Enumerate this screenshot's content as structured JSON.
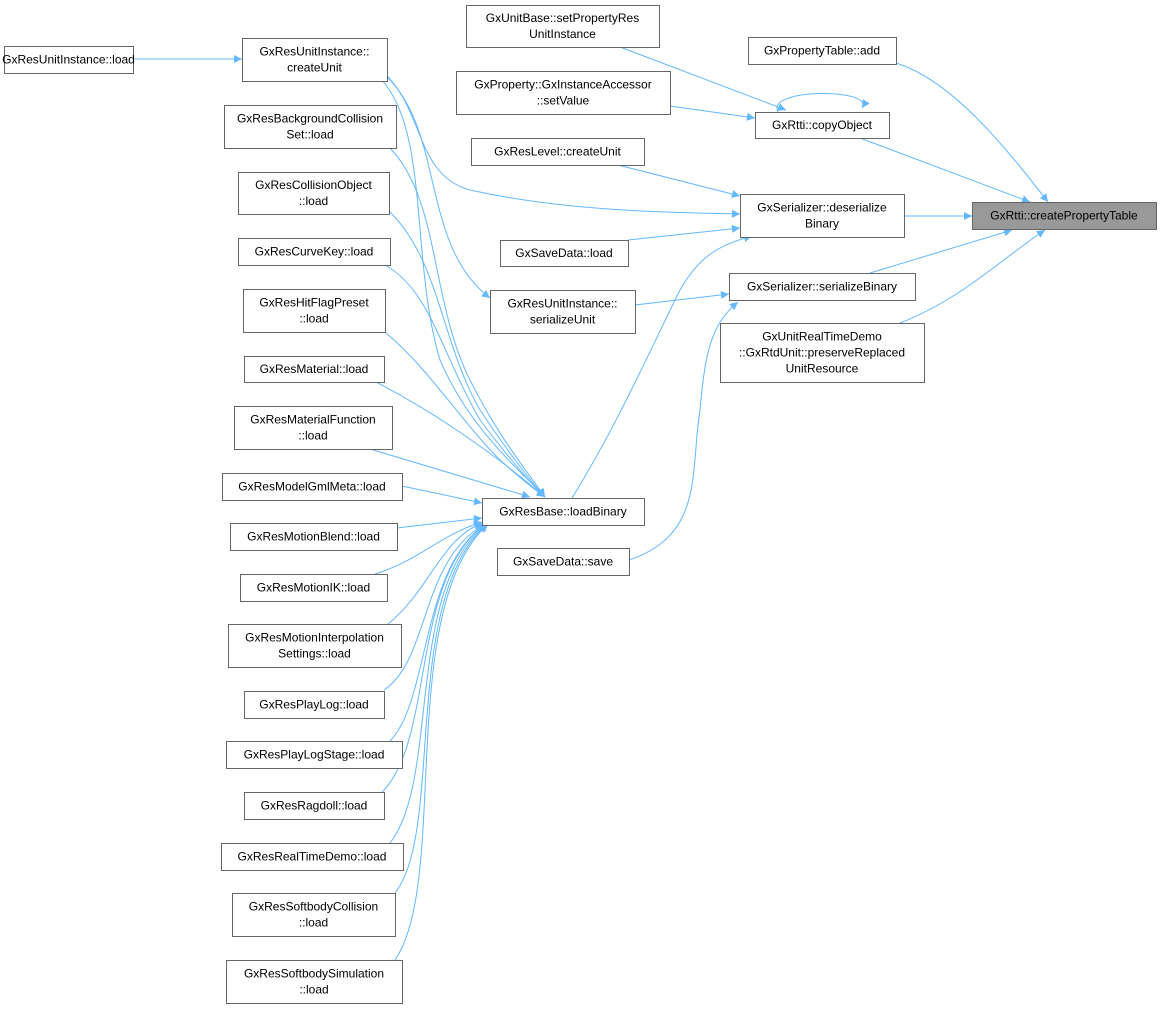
{
  "graph": {
    "type": "caller-graph",
    "colors": {
      "edge": "#63b8ff",
      "main_fill": "#999999",
      "node_border": "#666666"
    },
    "nodes": [
      {
        "id": "main",
        "lines": [
          "GxRtti::createPropertyTable"
        ]
      },
      {
        "id": "ptadd",
        "lines": [
          "GxPropertyTable::add"
        ]
      },
      {
        "id": "copy",
        "lines": [
          "GxRtti::copyObject"
        ]
      },
      {
        "id": "deser",
        "lines": [
          "GxSerializer::deserialize",
          "Binary"
        ]
      },
      {
        "id": "ser",
        "lines": [
          "GxSerializer::serializeBinary"
        ]
      },
      {
        "id": "preserve",
        "lines": [
          "GxUnitRealTimeDemo",
          "::GxRtdUnit::preserveReplaced",
          "UnitResource"
        ]
      },
      {
        "id": "setprop",
        "lines": [
          "GxUnitBase::setPropertyRes",
          "UnitInstance"
        ]
      },
      {
        "id": "setval",
        "lines": [
          "GxProperty::GxInstanceAccessor",
          "::setValue"
        ]
      },
      {
        "id": "lvl",
        "lines": [
          "GxResLevel::createUnit"
        ]
      },
      {
        "id": "sdload",
        "lines": [
          "GxSaveData::load"
        ]
      },
      {
        "id": "serunit",
        "lines": [
          "GxResUnitInstance::",
          "serializeUnit"
        ]
      },
      {
        "id": "loadbin",
        "lines": [
          "GxResBase::loadBinary"
        ]
      },
      {
        "id": "sdsave",
        "lines": [
          "GxSaveData::save"
        ]
      },
      {
        "id": "uiload",
        "lines": [
          "GxResUnitInstance::load"
        ]
      },
      {
        "id": "cunit",
        "lines": [
          "GxResUnitInstance::",
          "createUnit"
        ]
      },
      {
        "id": "bgcol",
        "lines": [
          "GxResBackgroundCollision",
          "Set::load"
        ]
      },
      {
        "id": "colobj",
        "lines": [
          "GxResCollisionObject",
          "::load"
        ]
      },
      {
        "id": "curve",
        "lines": [
          "GxResCurveKey::load"
        ]
      },
      {
        "id": "hitflag",
        "lines": [
          "GxResHitFlagPreset",
          "::load"
        ]
      },
      {
        "id": "mat",
        "lines": [
          "GxResMaterial::load"
        ]
      },
      {
        "id": "matfn",
        "lines": [
          "GxResMaterialFunction",
          "::load"
        ]
      },
      {
        "id": "gml",
        "lines": [
          "GxResModelGmlMeta::load"
        ]
      },
      {
        "id": "mblend",
        "lines": [
          "GxResMotionBlend::load"
        ]
      },
      {
        "id": "mik",
        "lines": [
          "GxResMotionIK::load"
        ]
      },
      {
        "id": "minterp",
        "lines": [
          "GxResMotionInterpolation",
          "Settings::load"
        ]
      },
      {
        "id": "plog",
        "lines": [
          "GxResPlayLog::load"
        ]
      },
      {
        "id": "plogst",
        "lines": [
          "GxResPlayLogStage::load"
        ]
      },
      {
        "id": "ragdoll",
        "lines": [
          "GxResRagdoll::load"
        ]
      },
      {
        "id": "rtd",
        "lines": [
          "GxResRealTimeDemo::load"
        ]
      },
      {
        "id": "sbcol",
        "lines": [
          "GxResSoftbodyCollision",
          "::load"
        ]
      },
      {
        "id": "sbsim",
        "lines": [
          "GxResSoftbodySimulation",
          "::load"
        ]
      }
    ],
    "edges": [
      [
        "uiload",
        "cunit"
      ],
      [
        "cunit",
        "deser"
      ],
      [
        "cunit",
        "serunit"
      ],
      [
        "cunit",
        "loadbin"
      ],
      [
        "setprop",
        "copy"
      ],
      [
        "setval",
        "copy"
      ],
      [
        "copy",
        "copy"
      ],
      [
        "lvl",
        "deser"
      ],
      [
        "sdload",
        "deser"
      ],
      [
        "serunit",
        "ser"
      ],
      [
        "loadbin",
        "deser"
      ],
      [
        "sdsave",
        "ser"
      ],
      [
        "ptadd",
        "main"
      ],
      [
        "copy",
        "main"
      ],
      [
        "deser",
        "main"
      ],
      [
        "ser",
        "main"
      ],
      [
        "preserve",
        "main"
      ],
      [
        "bgcol",
        "loadbin"
      ],
      [
        "colobj",
        "loadbin"
      ],
      [
        "curve",
        "loadbin"
      ],
      [
        "hitflag",
        "loadbin"
      ],
      [
        "mat",
        "loadbin"
      ],
      [
        "matfn",
        "loadbin"
      ],
      [
        "gml",
        "loadbin"
      ],
      [
        "mblend",
        "loadbin"
      ],
      [
        "mik",
        "loadbin"
      ],
      [
        "minterp",
        "loadbin"
      ],
      [
        "plog",
        "loadbin"
      ],
      [
        "plogst",
        "loadbin"
      ],
      [
        "ragdoll",
        "loadbin"
      ],
      [
        "rtd",
        "loadbin"
      ],
      [
        "sbcol",
        "loadbin"
      ],
      [
        "sbsim",
        "loadbin"
      ]
    ]
  }
}
